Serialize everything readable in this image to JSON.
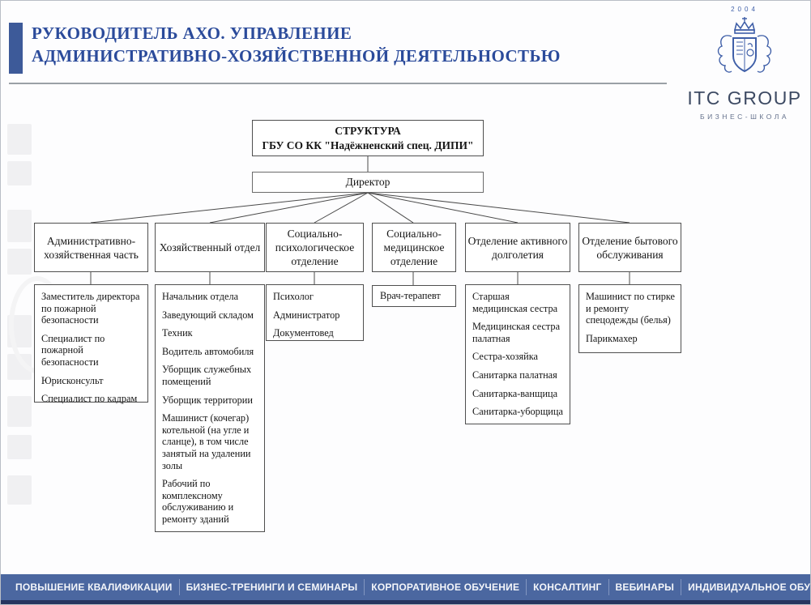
{
  "slide": {
    "title_line1": "РУКОВОДИТЕЛЬ АХО. УПРАВЛЕНИЕ",
    "title_line2": "АДМИНИСТРАТИВНО-ХОЗЯЙСТВЕННОЙ ДЕЯТЕЛЬНОСТЬЮ"
  },
  "logo": {
    "year": "2004",
    "name": "ITC GROUP",
    "subtitle": "БИЗНЕС-ШКОЛА",
    "crest_icon": "crown-shield-crest"
  },
  "colors": {
    "accent_blue": "#3d5a99",
    "title_blue": "#2b4b9b",
    "brand_blue": "#3f5fa8",
    "footer_bar": "#4b67a0",
    "footer_strip": "#26355f"
  },
  "chart": {
    "root_line1": "СТРУКТУРА",
    "root_line2": "ГБУ СО КК \"Надёжненский спец. ДИПИ\"",
    "director": "Директор",
    "departments": [
      {
        "title": "Административно-хозяйственная часть",
        "members": [
          "Заместитель директора по пожарной безопасности",
          "Специалист по пожарной безопасности",
          "Юрисконсульт",
          "Специалист по кадрам"
        ]
      },
      {
        "title": "Хозяйственный отдел",
        "members": [
          "Начальник отдела",
          "Заведующий складом",
          "Техник",
          "Водитель автомобиля",
          "Уборщик служебных помещений",
          "Уборщик территории",
          "Машинист (кочегар) котельной (на угле и сланце), в том числе занятый на удалении золы",
          "Рабочий по комплексному обслуживанию и ремонту зданий"
        ]
      },
      {
        "title": "Социально-психологическое отделение",
        "members": [
          "Психолог",
          "Администратор",
          "Документовед"
        ]
      },
      {
        "title": "Социально-медицинское отделение",
        "members": [
          "Врач-терапевт"
        ]
      },
      {
        "title": "Отделение активного долголетия",
        "members": [
          "Старшая медицинская сестра",
          "Медицинская сестра палатная",
          "Сестра-хозяйка",
          "Санитарка палатная",
          "Санитарка-ванщица",
          "Санитарка-уборщица"
        ]
      },
      {
        "title": "Отделение бытового обслуживания",
        "members": [
          "Машинист по стирке и ремонту спецодежды (белья)",
          "Парикмахер"
        ]
      }
    ]
  },
  "footer": {
    "items": [
      "ПОВЫШЕНИЕ КВАЛИФИКАЦИИ",
      "БИЗНЕС-ТРЕНИНГИ И СЕМИНАРЫ",
      "КОРПОРАТИВНОЕ ОБУЧЕНИЕ",
      "КОНСАЛТИНГ",
      "ВЕБИНАРЫ",
      "ИНДИВИДУАЛЬНОЕ ОБУЧЕНИЕ"
    ]
  }
}
